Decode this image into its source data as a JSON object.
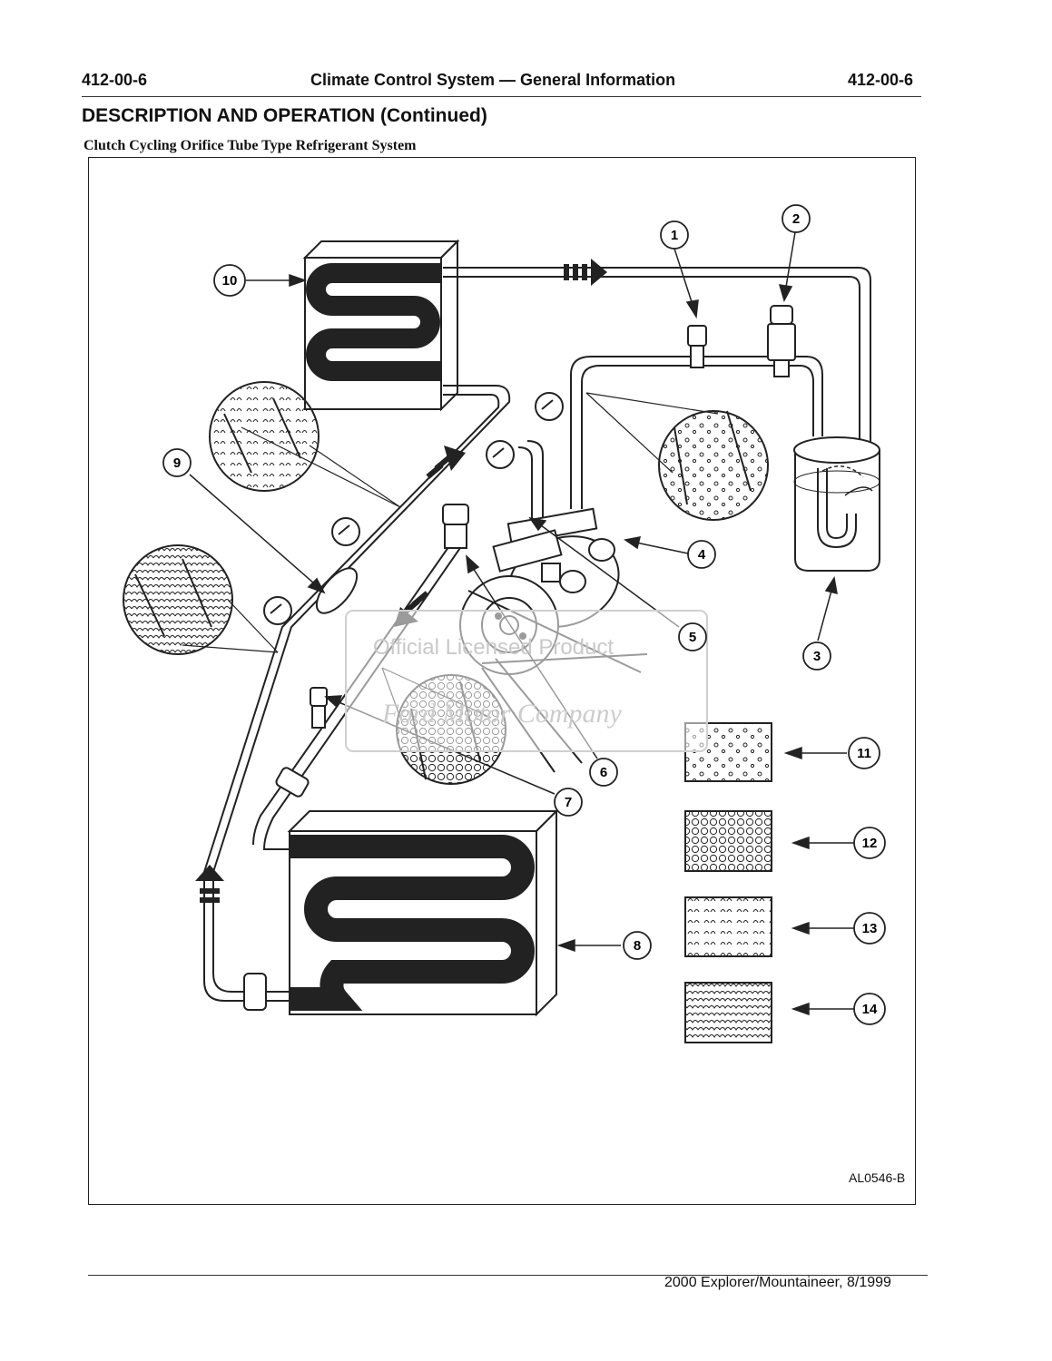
{
  "header": {
    "page_left": "412-00-6",
    "title": "Climate Control System — General Information",
    "page_right": "412-00-6"
  },
  "section_title": "DESCRIPTION AND OPERATION (Continued)",
  "diagram": {
    "caption": "Clutch Cycling Orifice Tube Type Refrigerant System",
    "figure_code": "AL0546-B",
    "callouts": [
      "1",
      "2",
      "3",
      "4",
      "5",
      "6",
      "7",
      "8",
      "9",
      "10",
      "11",
      "12",
      "13",
      "14"
    ],
    "watermark": {
      "line1": "Official Licensed Product",
      "line2": "Ford Motor Company"
    }
  },
  "footer": {
    "text": "2000 Explorer/Mountaineer, 8/1999"
  }
}
